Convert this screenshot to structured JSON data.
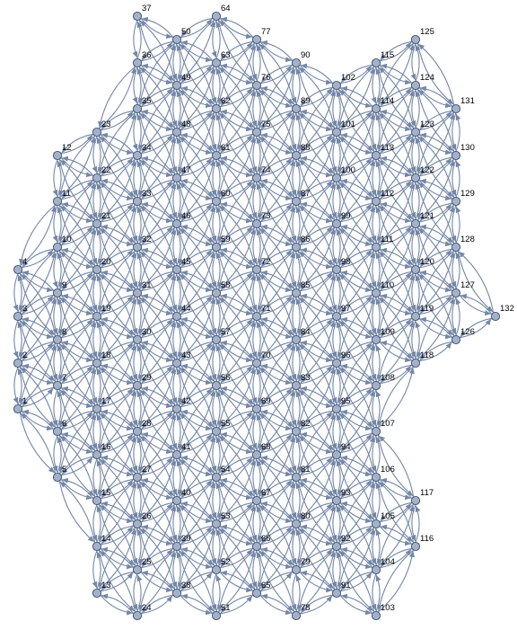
{
  "graph": {
    "type": "directed-graph",
    "node_labels": [
      "1",
      "2",
      "3",
      "4",
      "5",
      "6",
      "7",
      "8",
      "9",
      "10",
      "11",
      "12",
      "13",
      "14",
      "15",
      "16",
      "17",
      "18",
      "19",
      "20",
      "21",
      "22",
      "23",
      "24",
      "25",
      "26",
      "27",
      "28",
      "29",
      "30",
      "31",
      "32",
      "33",
      "34",
      "35",
      "36",
      "37",
      "38",
      "39",
      "40",
      "41",
      "42",
      "43",
      "44",
      "45",
      "46",
      "47",
      "48",
      "49",
      "50",
      "51",
      "52",
      "53",
      "54",
      "55",
      "56",
      "57",
      "58",
      "59",
      "60",
      "61",
      "62",
      "63",
      "64",
      "65",
      "66",
      "67",
      "68",
      "69",
      "70",
      "71",
      "72",
      "73",
      "74",
      "75",
      "76",
      "77",
      "78",
      "79",
      "80",
      "81",
      "82",
      "83",
      "84",
      "85",
      "86",
      "87",
      "88",
      "89",
      "90",
      "91",
      "92",
      "93",
      "94",
      "95",
      "96",
      "97",
      "98",
      "99",
      "100",
      "101",
      "102",
      "103",
      "104",
      "105",
      "106",
      "107",
      "108",
      "109",
      "110",
      "111",
      "112",
      "113",
      "114",
      "115",
      "116",
      "117",
      "118",
      "119",
      "120",
      "121",
      "122",
      "123",
      "124",
      "125",
      "126",
      "127",
      "128",
      "129",
      "130",
      "131",
      "132"
    ],
    "colors": {
      "edge": "#7386a6",
      "node_fill": "#a3b2cc",
      "node_stroke": "#3d4c66",
      "label": "#000000"
    }
  }
}
